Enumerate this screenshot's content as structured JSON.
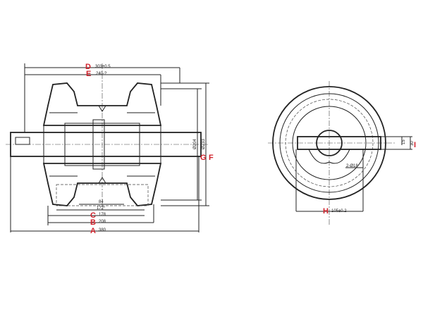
{
  "labels": {
    "A": {
      "letter": "A",
      "value": "380"
    },
    "B": {
      "letter": "B",
      "value": "208"
    },
    "C": {
      "letter": "C",
      "value": "178"
    },
    "D": {
      "letter": "D",
      "value": "303±0.5"
    },
    "E": {
      "letter": "E",
      "value": "240-?"
    },
    "F": {
      "letter": "F",
      "value": "Ø233"
    },
    "G": {
      "letter": "G",
      "value": "Ø204"
    },
    "H": {
      "letter": "H",
      "value": "105±0.2"
    },
    "I": {
      "letter": "I",
      "value": "30"
    }
  },
  "extra_dims": {
    "inner_84": "84",
    "inner_172": "172°",
    "holes": "2-Ø18",
    "slot_15": "15"
  },
  "colors": {
    "label": "#d0202a",
    "line": "#222222"
  }
}
